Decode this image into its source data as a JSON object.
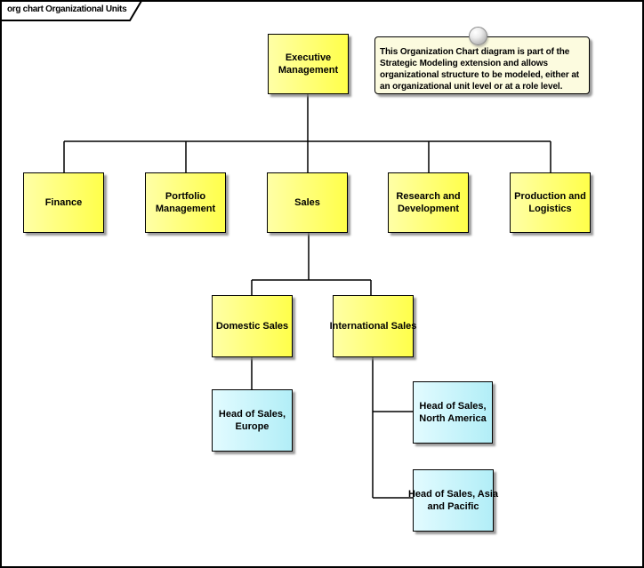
{
  "diagram": {
    "tab_title": "org chart Organizational Units",
    "note": {
      "text": "This Organization Chart diagram is part of the\nStrategic Modeling extension and allows\norganizational structure to be modeled, either at\nan organizational unit level or at a role level."
    },
    "nodes": {
      "executive_management": {
        "label": "Executive\nManagement",
        "type": "org-unit"
      },
      "finance": {
        "label": "Finance",
        "type": "org-unit"
      },
      "portfolio_management": {
        "label": "Portfolio\nManagement",
        "type": "org-unit"
      },
      "sales": {
        "label": "Sales",
        "type": "org-unit"
      },
      "research_development": {
        "label": "Research and\nDevelopment",
        "type": "org-unit"
      },
      "production_logistics": {
        "label": "Production and\nLogistics",
        "type": "org-unit"
      },
      "domestic_sales": {
        "label": "Domestic Sales",
        "type": "org-unit"
      },
      "international_sales": {
        "label": "International Sales",
        "type": "org-unit"
      },
      "head_sales_europe": {
        "label": "Head of Sales,\nEurope",
        "type": "role"
      },
      "head_sales_north_america": {
        "label": "Head of Sales,\nNorth America",
        "type": "role"
      },
      "head_sales_asia_pacific": {
        "label": "Head of Sales, Asia\nand Pacific",
        "type": "role"
      }
    },
    "edges": [
      [
        "Executive Management",
        "Finance"
      ],
      [
        "Executive Management",
        "Portfolio Management"
      ],
      [
        "Executive Management",
        "Sales"
      ],
      [
        "Executive Management",
        "Research and Development"
      ],
      [
        "Executive Management",
        "Production and Logistics"
      ],
      [
        "Sales",
        "Domestic Sales"
      ],
      [
        "Sales",
        "International Sales"
      ],
      [
        "Domestic Sales",
        "Head of Sales, Europe"
      ],
      [
        "International Sales",
        "Head of Sales, North America"
      ],
      [
        "International Sales",
        "Head of Sales, Asia and Pacific"
      ]
    ],
    "colors": {
      "org_unit_fill_start": "#ffffa6",
      "org_unit_fill_end": "#ffff4a",
      "role_fill_start": "#e2fbff",
      "role_fill_end": "#b2eef7",
      "note_fill": "#fcfbdf",
      "line": "#000000",
      "background": "#ffffff"
    }
  }
}
